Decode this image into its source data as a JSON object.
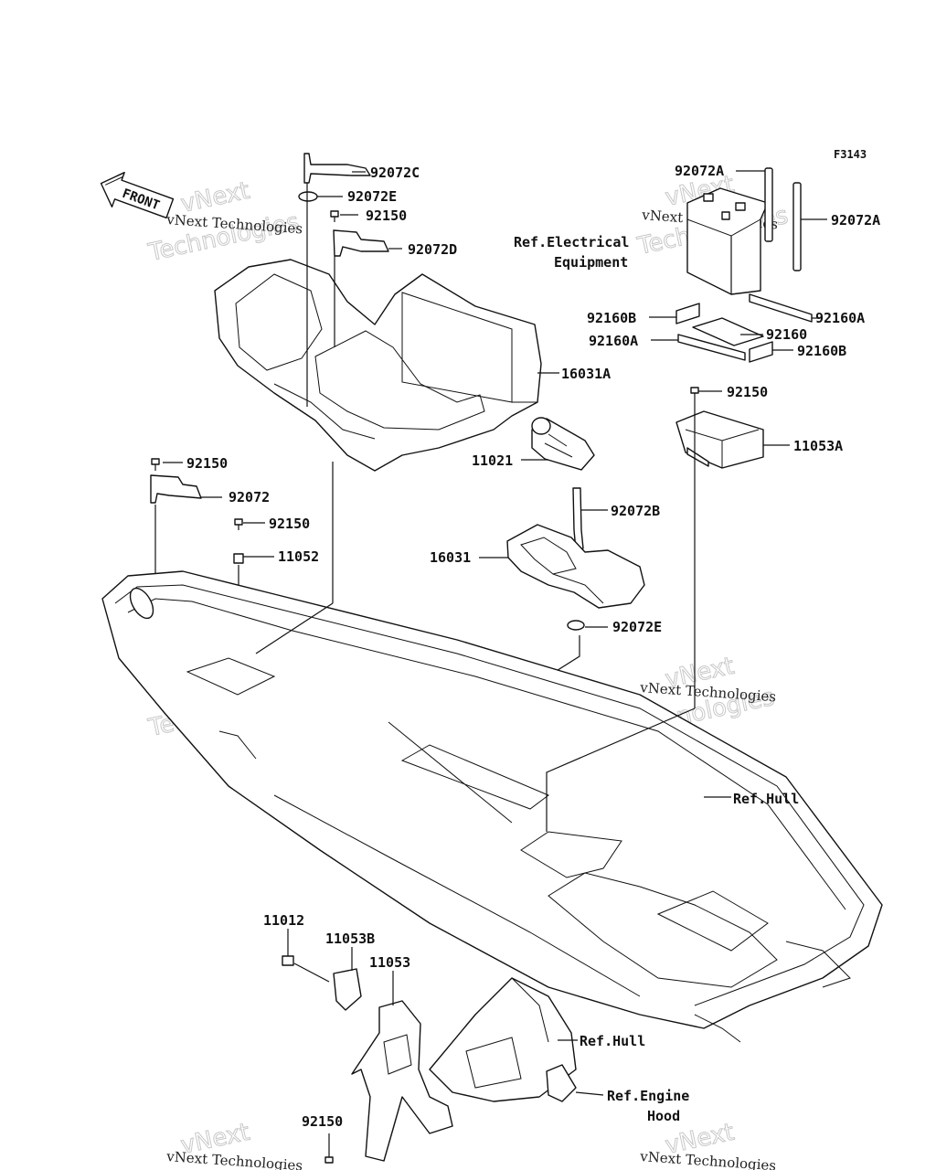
{
  "diagram_code": "F3143",
  "front_label": "FRONT",
  "parts": {
    "p92072C": "92072C",
    "p92072E_top": "92072E",
    "p92150_top": "92150",
    "p92072D": "92072D",
    "p16031A": "16031A",
    "p11021": "11021",
    "p92072B": "92072B",
    "p16031": "16031",
    "p92072E_mid": "92072E",
    "p92150_left": "92150",
    "p92072": "92072",
    "p92150_left2": "92150",
    "p11052": "11052",
    "p92072A_left": "92072A",
    "p92072A_right": "92072A",
    "p92160B_left": "92160B",
    "p92160A_right": "92160A",
    "p92160": "92160",
    "p92160A_left": "92160A",
    "p92160B_right": "92160B",
    "p92150_right": "92150",
    "p11053A": "11053A",
    "p11012": "11012",
    "p11053B": "11053B",
    "p11053": "11053",
    "p92150_bottom": "92150"
  },
  "references": {
    "electrical_line1": "Ref.Electrical",
    "electrical_line2": "Equipment",
    "hull": "Ref.Hull",
    "hull2": "Ref.Hull",
    "engine_hood_line1": "Ref.Engine",
    "engine_hood_line2": "Hood"
  },
  "watermarks": {
    "small": "vNext Technologies",
    "big_line1": "vNext",
    "big_line2": "Technologies"
  }
}
